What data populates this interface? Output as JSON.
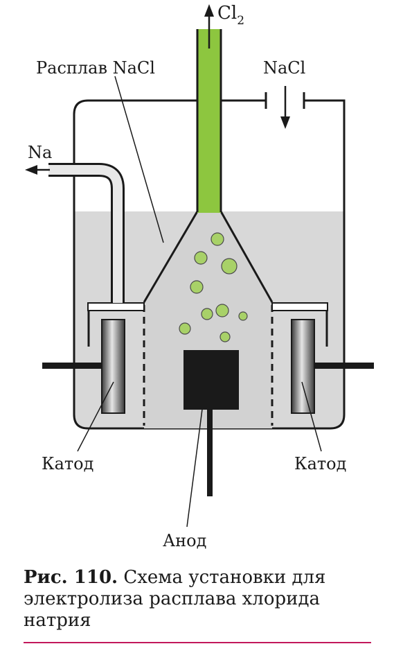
{
  "labels": {
    "cl2_main": "Cl",
    "cl2_sub": "2",
    "melt": "Расплав NaCl",
    "nacl_input": "NaCl",
    "sodium": "Na",
    "cathode_left": "Катод",
    "cathode_right": "Катод",
    "anode": "Анод"
  },
  "caption": {
    "number": "Рис. 110.",
    "text": "Схема установки для электролиза расплава хлорида натрия"
  },
  "colors": {
    "melt": "#d8d8d8",
    "chlorine_tube": "#8dc63f",
    "bubbles": "#a8d168",
    "anode": "#1a1a1a",
    "caption_rule": "#c2185b"
  }
}
